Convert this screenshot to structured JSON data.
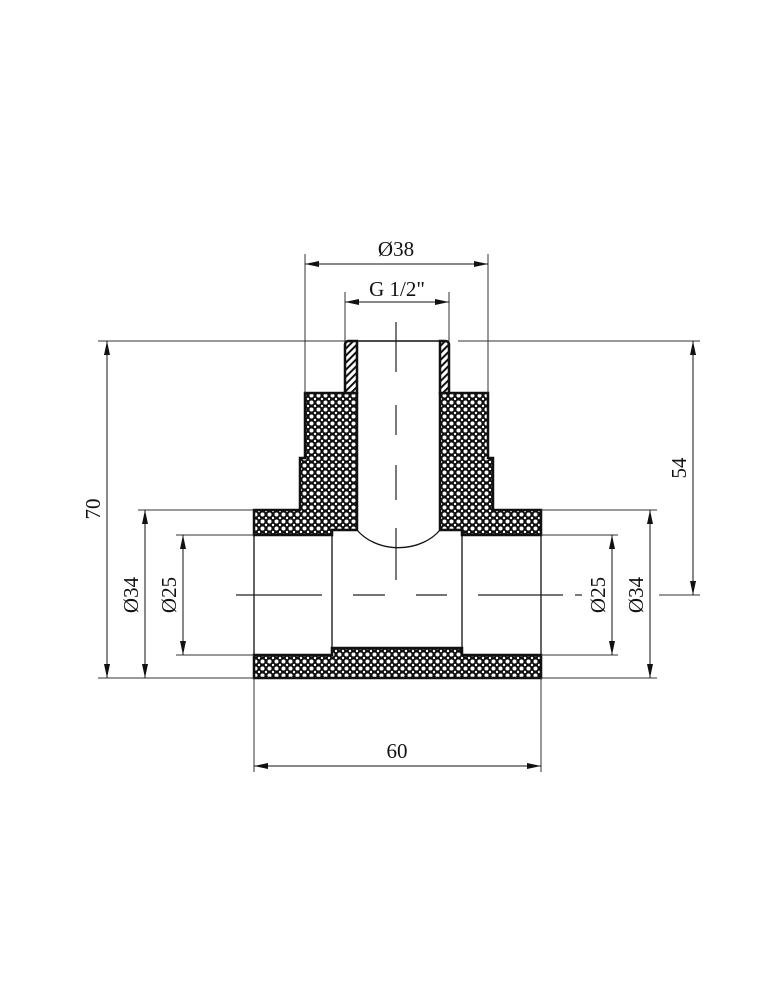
{
  "drawing": {
    "title": "Tee fitting with external thread — section view",
    "line_color": "#111111",
    "hatch_color": "#111111",
    "background": "#ffffff"
  },
  "dimensions": {
    "top_outer_diameter": "Ø38",
    "thread": "G 1/2\"",
    "overall_height": "70",
    "branch_height": "54",
    "left_outer_diameter": "Ø34",
    "left_inner_diameter": "Ø25",
    "right_inner_diameter": "Ø25",
    "right_outer_diameter": "Ø34",
    "overall_length": "60"
  }
}
